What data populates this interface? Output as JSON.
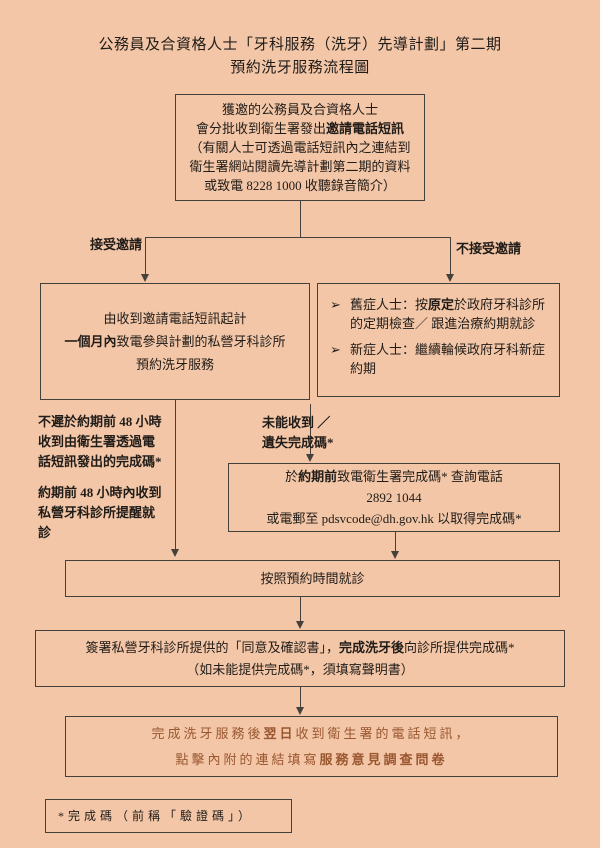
{
  "colors": {
    "background": "#f2c6a7",
    "border": "#44403c",
    "text": "#211c18",
    "survey_text": "#9a5730"
  },
  "page": {
    "title_line1": "公務員及合資格人士「牙科服務（洗牙）先導計劃」第二期",
    "title_line2": "預約洗牙服務流程圖"
  },
  "invite_box": {
    "l1": "獲邀的公務員及合資格人士",
    "l2a": "會分批收到衛生署發出",
    "l2b": "邀請電話短訊",
    "l3": "（有關人士可透過電話短訊內之連結到",
    "l4": "衛生署網站閱讀先導計劃第二期的資料",
    "l5": "或致電 8228 1000 收聽錄音簡介）"
  },
  "branch": {
    "accept_label": "接受邀請",
    "reject_label": "不接受邀請"
  },
  "accept_box": {
    "l1": "由收到邀請電話短訊起計",
    "l2a": "一個月內",
    "l2b": "致電參與計劃的私營牙科診所",
    "l3": "預約洗牙服務"
  },
  "reject_box": {
    "bullet": "➢",
    "item1a": "舊症人士：按",
    "item1b": "原定",
    "item1c": "於政府牙科診所的定期檢查／ 跟進治療約期就診",
    "item2": "新症人士：繼續輪候政府牙科新症約期"
  },
  "code_note": {
    "p1": [
      "不遲於約期前 48 小時",
      "收到由衛生署透過電",
      "話短訊發出的完成碼*"
    ],
    "p2": [
      "約期前 48 小時內收到",
      "私營牙科診所提醒就",
      "診"
    ]
  },
  "lost_code": {
    "l1": "未能收到 ／",
    "l2": "遺失完成碼*"
  },
  "query_box": {
    "l1a": "於",
    "l1b": "約期前",
    "l1c": "致電衛生署完成碼* 查詢電話",
    "l2": "2892 1044",
    "l3": "或電郵至 pdsvcode@dh.gov.hk 以取得完成碼*"
  },
  "attend_box": {
    "text": "按照預約時間就診"
  },
  "consent_box": {
    "l1a": "簽署私營牙科診所提供的「同意及確認書」，",
    "l1b": "完成洗牙後",
    "l1c": "向診所提供完成碼*",
    "l2": "（如未能提供完成碼*，須填寫聲明書）"
  },
  "survey_box": {
    "l1a": "完成洗牙服務後",
    "l1b": "翌日",
    "l1c": "收到衛生署的電話短訊，",
    "l2a": "點擊內附的連結填寫",
    "l2b": "服務意見調查問卷"
  },
  "footnote": {
    "text": "*完成碼（前稱「驗證碼」）"
  }
}
